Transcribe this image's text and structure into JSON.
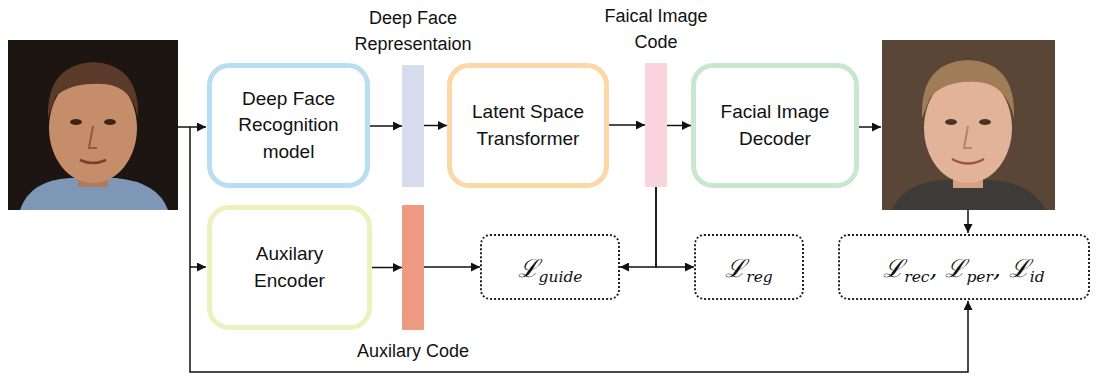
{
  "diagram": {
    "nodes": [
      {
        "text": [
          "Deep Face Recognition model"
        ]
      },
      {
        "text": [
          "Deep Face Representaion"
        ]
      },
      {
        "text": [
          "Latent Space Transformer"
        ]
      },
      {
        "text": [
          "Faical Image Code"
        ]
      },
      {
        "text": [
          "Facial Image Decoder"
        ]
      },
      {
        "text": [
          "Auxilary Encoder"
        ]
      },
      {
        "text": [
          "Auxilary Code"
        ]
      },
      {
        "text": [
          "ℒguide"
        ]
      },
      {
        "text": [
          "ℒreg"
        ]
      },
      {
        "text": [
          "ℒrec, ℒper, ℒid"
        ]
      }
    ],
    "edges": [
      {
        "from": 0,
        "to": 1,
        "arrow": "to"
      },
      {
        "from": 1,
        "to": 2,
        "arrow": "to"
      },
      {
        "from": 2,
        "to": 3,
        "arrow": "to"
      },
      {
        "from": 3,
        "to": 4,
        "arrow": "to"
      },
      {
        "from": 5,
        "to": 6,
        "arrow": "to"
      },
      {
        "from": 6,
        "to": 7,
        "arrow": "to"
      },
      {
        "from": 3,
        "to": 7,
        "arrow": "to"
      },
      {
        "from": 3,
        "to": 8,
        "arrow": "to"
      }
    ]
  }
}
